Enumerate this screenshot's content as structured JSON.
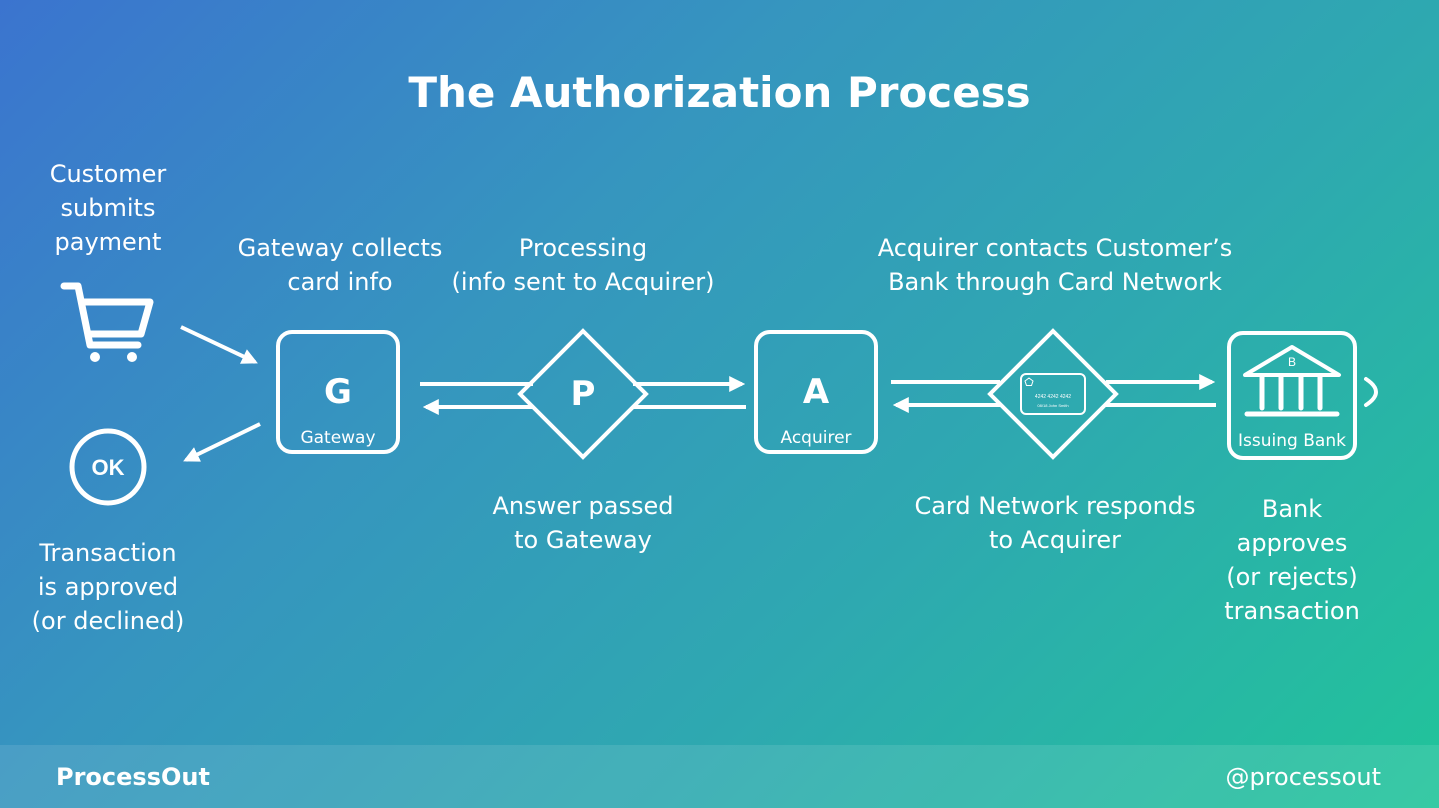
{
  "title": "The Authorization Process",
  "steps": {
    "customer_submits": "Customer\nsubmits\npayment",
    "gateway_collects": "Gateway collects\ncard info",
    "processing": "Processing\n(info sent to Acquirer)",
    "acquirer_contacts": "Acquirer contacts Customer’s\nBank through Card Network",
    "answer_passed": "Answer passed\nto Gateway",
    "network_responds": "Card Network responds\nto Acquirer",
    "bank_approves": "Bank\napproves\n(or rejects)\ntransaction",
    "transaction_approved": "Transaction\nis approved\n(or declined)"
  },
  "nodes": {
    "gateway": {
      "letter": "G",
      "label": "Gateway"
    },
    "processor": {
      "letter": "P"
    },
    "acquirer": {
      "letter": "A",
      "label": "Acquirer"
    },
    "card_network": {
      "card_number": "4242 4242 4242",
      "card_holder": "08/18  John Smith"
    },
    "issuing_bank": {
      "letter": "B",
      "label": "Issuing Bank"
    },
    "ok_badge": "OK"
  },
  "icons": {
    "cart": "shopping-cart-icon",
    "ok": "ok-badge-icon",
    "card": "credit-card-icon",
    "bank": "bank-icon"
  },
  "footer": {
    "brand": "ProcessOut",
    "handle": "@processout"
  }
}
